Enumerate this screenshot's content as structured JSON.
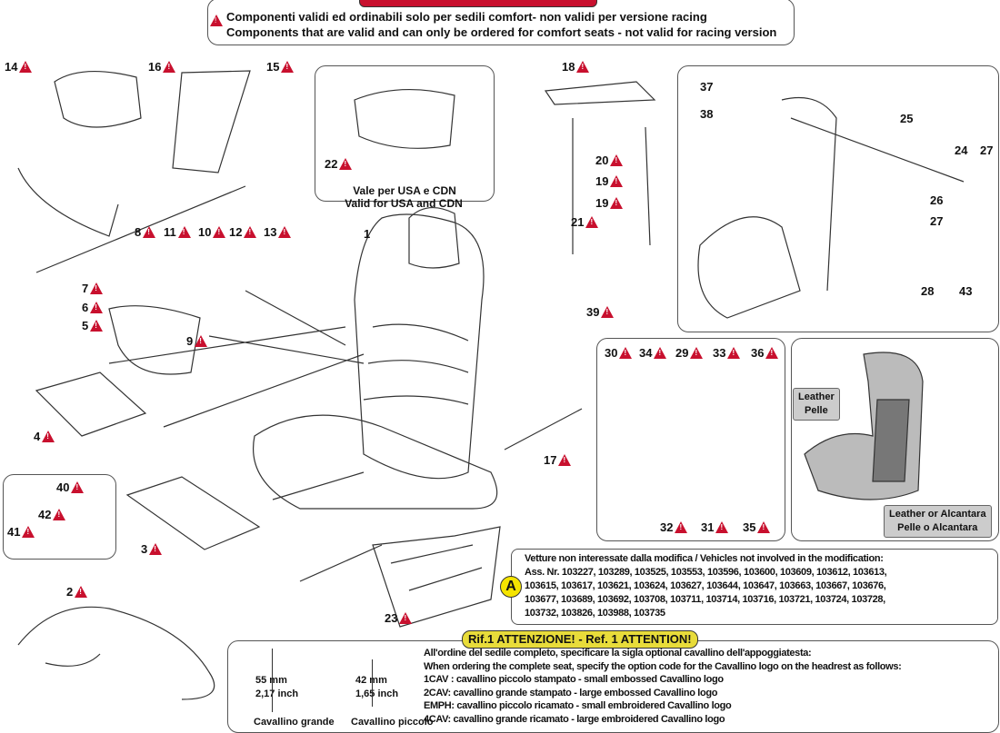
{
  "top_notice": {
    "line_it": "Componenti validi ed ordinabili solo per sedili comfort- non validi per versione  racing",
    "line_en": "Components that are valid and can only be ordered for comfort seats - not valid for racing version"
  },
  "usa_box": {
    "line1": "Vale per USA e CDN",
    "line2": "Valid for USA and CDN"
  },
  "callouts": [
    {
      "num": "14",
      "warning": true
    },
    {
      "num": "16",
      "warning": true
    },
    {
      "num": "15",
      "warning": true
    },
    {
      "num": "22",
      "warning": true
    },
    {
      "num": "18",
      "warning": true
    },
    {
      "num": "20",
      "warning": true
    },
    {
      "num": "19",
      "warning": true
    },
    {
      "num": "19",
      "warning": true
    },
    {
      "num": "21",
      "warning": true
    },
    {
      "num": "39",
      "warning": true
    },
    {
      "num": "17",
      "warning": true
    },
    {
      "num": "1",
      "warning": false
    },
    {
      "num": "8",
      "warning": true
    },
    {
      "num": "11",
      "warning": true
    },
    {
      "num": "10",
      "warning": true
    },
    {
      "num": "12",
      "warning": true
    },
    {
      "num": "13",
      "warning": true
    },
    {
      "num": "7",
      "warning": true
    },
    {
      "num": "6",
      "warning": true
    },
    {
      "num": "5",
      "warning": true
    },
    {
      "num": "9",
      "warning": true
    },
    {
      "num": "4",
      "warning": true
    },
    {
      "num": "40",
      "warning": true
    },
    {
      "num": "42",
      "warning": true
    },
    {
      "num": "41",
      "warning": true
    },
    {
      "num": "3",
      "warning": true
    },
    {
      "num": "2",
      "warning": true
    },
    {
      "num": "23",
      "warning": true
    },
    {
      "num": "30",
      "warning": true
    },
    {
      "num": "34",
      "warning": true
    },
    {
      "num": "29",
      "warning": true
    },
    {
      "num": "33",
      "warning": true
    },
    {
      "num": "36",
      "warning": true
    },
    {
      "num": "32",
      "warning": true
    },
    {
      "num": "31",
      "warning": true
    },
    {
      "num": "35",
      "warning": true
    },
    {
      "num": "37",
      "warning": false
    },
    {
      "num": "38",
      "warning": false
    },
    {
      "num": "25",
      "warning": false
    },
    {
      "num": "24",
      "warning": false
    },
    {
      "num": "27",
      "warning": false
    },
    {
      "num": "26",
      "warning": false
    },
    {
      "num": "27",
      "warning": false
    },
    {
      "num": "28",
      "warning": false
    },
    {
      "num": "43",
      "warning": false
    }
  ],
  "material_legend": {
    "leather_en": "Leather",
    "leather_it": "Pelle",
    "alc_en": "Leather or Alcantara",
    "alc_it": "Pelle o Alcantara"
  },
  "vehicles_note": {
    "marker": "A",
    "title": "Vetture non interessate dalla modifica / Vehicles not involved in the modification:",
    "line1": "Ass. Nr. 103227, 103289, 103525, 103553, 103596, 103600, 103609, 103612, 103613,",
    "line2": "103615, 103617, 103621, 103624, 103627, 103644, 103647, 103663, 103667, 103676,",
    "line3": "103677, 103689, 103692, 103708, 103711, 103714, 103716, 103721, 103724, 103728,",
    "line4": "103732, 103826, 103988, 103735"
  },
  "ref1": {
    "title": "Rif.1 ATTENZIONE! - Ref. 1 ATTENTION!",
    "large_mm": "55 mm",
    "large_in": "2,17 inch",
    "small_mm": "42 mm",
    "small_in": "1,65 inch",
    "large_label": "Cavallino grande",
    "small_label": "Cavallino piccolo",
    "lines": [
      "All'ordine del sedile completo, specificare la sigla optional cavallino dell'appoggiatesta:",
      "When ordering the complete seat, specify the option code for the Cavallino logo on the headrest as follows:",
      "1CAV : cavallino piccolo stampato - small embossed Cavallino logo",
      "2CAV: cavallino grande stampato - large embossed Cavallino logo",
      "EMPH: cavallino piccolo ricamato - small embroidered Cavallino logo",
      "4CAV: cavallino grande ricamato - large embroidered Cavallino logo"
    ]
  },
  "colors": {
    "warning": "#c8102e",
    "highlight": "#f5e400",
    "ref_bg": "#e8dc3a"
  }
}
